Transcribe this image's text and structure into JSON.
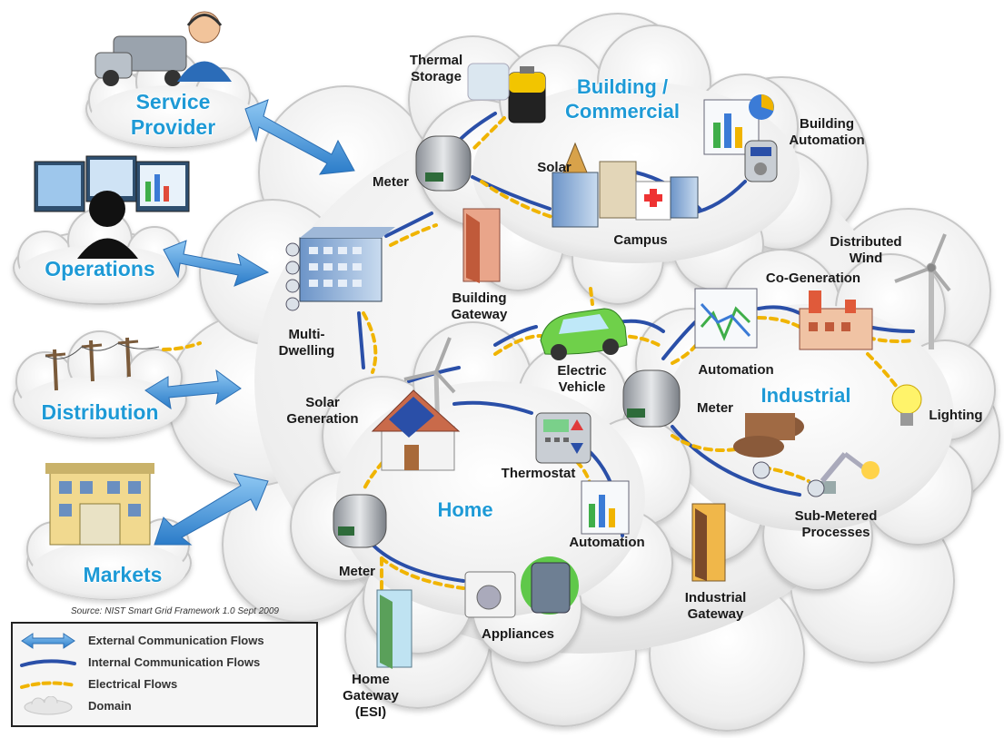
{
  "external_domains": [
    {
      "id": "service-provider",
      "label": "Service\nProvider"
    },
    {
      "id": "operations",
      "label": "Operations"
    },
    {
      "id": "distribution",
      "label": "Distribution"
    },
    {
      "id": "markets",
      "label": "Markets"
    }
  ],
  "internal_domains": {
    "building_commercial": "Building /\nCommercial",
    "industrial": "Industrial",
    "home": "Home"
  },
  "component_labels": {
    "thermal_storage": "Thermal\nStorage",
    "meter_building": "Meter",
    "solar_building": "Solar",
    "campus": "Campus",
    "building_automation": "Building\nAutomation",
    "building_gateway": "Building\nGateway",
    "multi_dwelling": "Multi-\nDwelling",
    "electric_vehicle": "Electric\nVehicle",
    "distributed_wind": "Distributed\nWind",
    "co_generation": "Co-Generation",
    "automation_industrial": "Automation",
    "meter_industrial": "Meter",
    "lighting": "Lighting",
    "sub_metered": "Sub-Metered\nProcesses",
    "industrial_gateway": "Industrial\nGateway",
    "solar_generation": "Solar\nGeneration",
    "thermostat": "Thermostat",
    "automation_home": "Automation",
    "meter_home": "Meter",
    "appliances": "Appliances",
    "home_gateway": "Home\nGateway\n(ESI)"
  },
  "source": "Source:  NIST Smart Grid Framework 1.0 Sept 2009",
  "legend": [
    {
      "type": "external",
      "label": "External Communication Flows"
    },
    {
      "type": "internal",
      "label": "Internal Communication Flows"
    },
    {
      "type": "electrical",
      "label": "Electrical Flows"
    },
    {
      "type": "domain",
      "label": "Domain"
    }
  ],
  "colors": {
    "domain_label": "#1e9ad6",
    "internal_flow": "#2a4fa8",
    "electrical_flow": "#f0b400",
    "external_arrow": "#3d8fd6",
    "cloud_fill": "#f2f2f2",
    "cloud_stroke": "#c8c8c8"
  }
}
